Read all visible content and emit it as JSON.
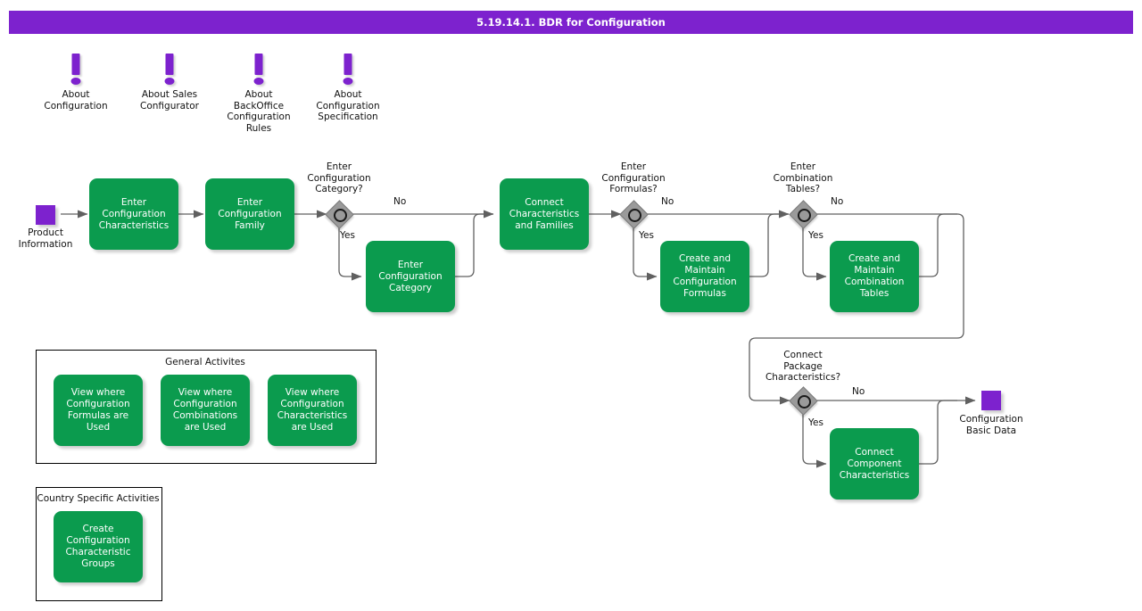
{
  "header": {
    "title": "5.19.14.1. BDR for Configuration"
  },
  "colors": {
    "accent_purple": "#7d22ce",
    "task_green": "#0b9b4e",
    "gateway_gray": "#9a9a9a",
    "connector": "#606060",
    "title_text": "#ffffff"
  },
  "notes": [
    {
      "icon": "exclamation-icon",
      "label": "About\nConfiguration"
    },
    {
      "icon": "exclamation-icon",
      "label": "About Sales\nConfigurator"
    },
    {
      "icon": "exclamation-icon",
      "label": "About\nBackOffice\nConfiguration\nRules"
    },
    {
      "icon": "exclamation-icon",
      "label": "About\nConfiguration\nSpecification"
    }
  ],
  "flow": {
    "start": {
      "label": "Product\nInformation",
      "shape": "square"
    },
    "end": {
      "label": "Configuration\nBasic Data",
      "shape": "square"
    },
    "tasks": {
      "t1": "Enter\nConfiguration\nCharacteristics",
      "t2": "Enter\nConfiguration\nFamily",
      "t3": "Enter\nConfiguration\nCategory",
      "t4": "Connect\nCharacteristics\nand Families",
      "t5": "Create and\nMaintain\nConfiguration\nFormulas",
      "t6": "Create and\nMaintain\nCombination\nTables",
      "t7": "Connect\nComponent\nCharacteristics"
    },
    "gateways": {
      "g1": "Enter\nConfiguration\nCategory?",
      "g2": "Enter\nConfiguration\nFormulas?",
      "g3": "Enter\nCombination\nTables?",
      "g4": "Connect\nPackage\nCharacteristics?"
    },
    "branch_labels": {
      "yes": "Yes",
      "no": "No"
    }
  },
  "groups": [
    {
      "title": "General Activites",
      "items": [
        "View where\nConfiguration\nFormulas are\nUsed",
        "View where\nConfiguration\nCombinations\nare Used",
        "View where\nConfiguration\nCharacteristics\nare Used"
      ]
    },
    {
      "title": "Country Specific Activities",
      "items": [
        "Create\nConfiguration\nCharacteristic\nGroups"
      ]
    }
  ]
}
